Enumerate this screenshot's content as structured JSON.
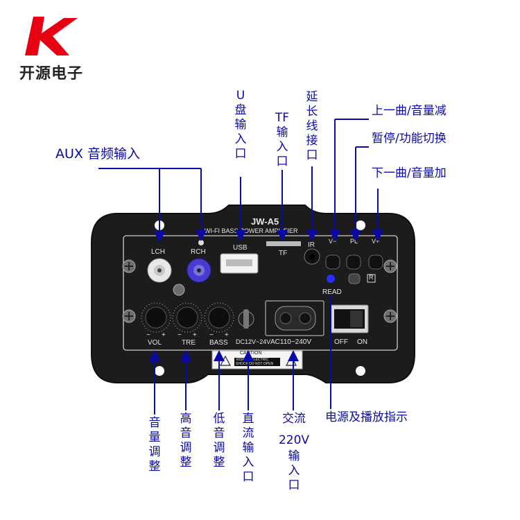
{
  "brand": {
    "name": "开源电子"
  },
  "colors": {
    "annotation": "#0a0aa8",
    "panel": "#1d1d1d",
    "logo_red": "#e60012"
  },
  "annotations": {
    "aux": "AUX 音频输入",
    "usb": "U盘输入口",
    "tf": "TF输入口",
    "ir": "延长线接口",
    "prev": "上一曲/音量减",
    "pause": "暂停/功能切换",
    "next": "下一曲/音量加",
    "power_indicator": "电源及播放指示",
    "volume": "音量调整",
    "treble": "高音调整",
    "bass": "低音调整",
    "dc_input": "直流输入口",
    "ac_line1": "交流",
    "ac_line2": "220V",
    "ac_line3": "输入口"
  },
  "panel": {
    "model": "JW-A5",
    "subtitle": "WI-FI  BASS POWER AMPLIFIER",
    "lch": "LCH",
    "rch": "RCH",
    "usb": "USB",
    "tf": "TF",
    "ir": "IR",
    "v_minus": "V−",
    "pl": "PL",
    "v_plus": "V+",
    "read": "READ",
    "vol": "VOL",
    "tre": "TRE",
    "bass": "BASS",
    "dc": "DC12V~24V",
    "ac": "AC110~240V",
    "off": "OFF",
    "on": "ON",
    "caution": "CAUTION",
    "caution_line1": "RISK OF ELECTRIC",
    "caution_line2": "SHOCK DO NOT OPEN",
    "pm_minus": "−",
    "pm_plus": "+",
    "r_mark": "R"
  }
}
